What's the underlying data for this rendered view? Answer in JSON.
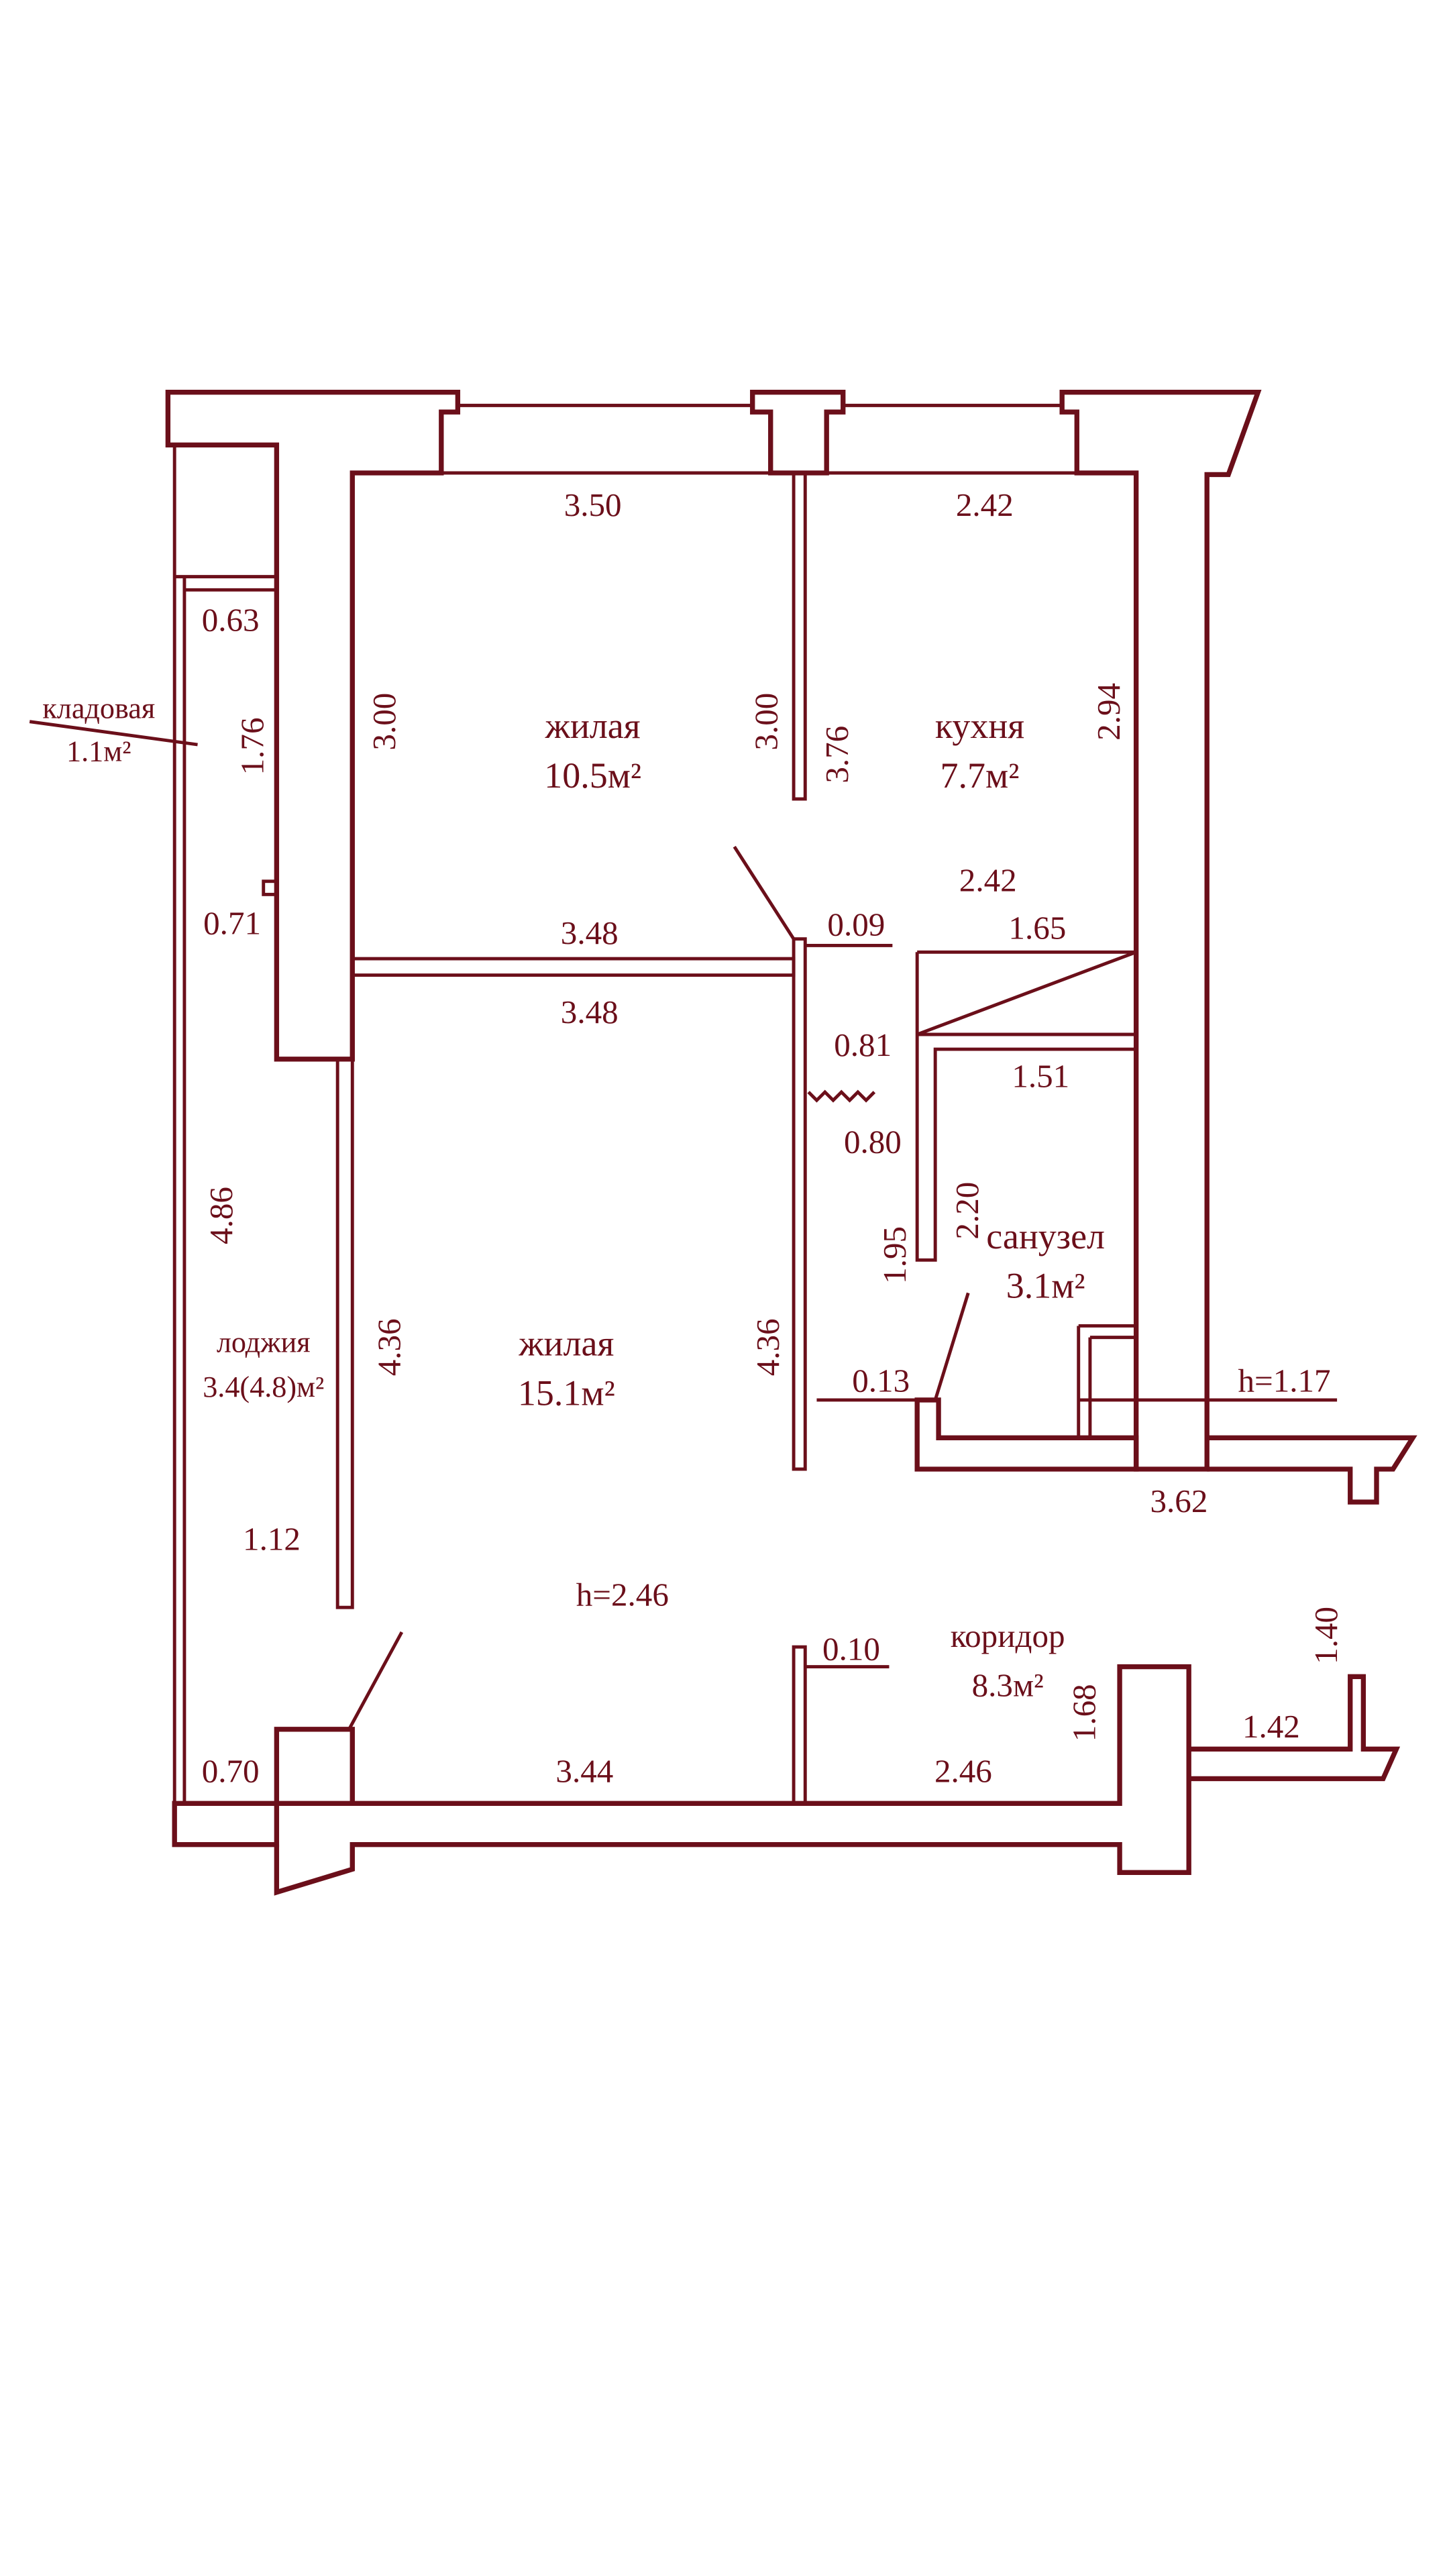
{
  "colors": {
    "wall": "#6b0f1a",
    "background": "#ffffff"
  },
  "rooms": {
    "living1": {
      "name": "жилая",
      "area": "10.5м²"
    },
    "kitchen": {
      "name": "кухня",
      "area": "7.7м²"
    },
    "living2": {
      "name": "жилая",
      "area": "15.1м²"
    },
    "bathroom": {
      "name": "санузел",
      "area": "3.1м²"
    },
    "corridor": {
      "name": "коридор",
      "area": "8.3м²"
    },
    "storage": {
      "name": "кладовая",
      "area": "1.1м²"
    },
    "loggia": {
      "name": "лоджия",
      "area": "3.4(4.8)м²"
    }
  },
  "heights": {
    "main": "h=2.46",
    "bath": "h=1.17"
  },
  "dims": {
    "d350": "3.50",
    "d242_top": "2.42",
    "d300_l": "3.00",
    "d300_m": "3.00",
    "d376": "3.76",
    "d294": "2.94",
    "d242_mid": "2.42",
    "d063": "0.63",
    "d176": "1.76",
    "d071": "0.71",
    "d348_top": "3.48",
    "d348_bot": "3.48",
    "d009": "0.09",
    "d165": "1.65",
    "d081": "0.81",
    "d151": "1.51",
    "d080": "0.80",
    "d220": "2.20",
    "d195": "1.95",
    "d486": "4.86",
    "d436_l": "4.36",
    "d436_r": "4.36",
    "d013": "0.13",
    "d362": "3.62",
    "d112": "1.12",
    "d010": "0.10",
    "d140": "1.40",
    "d168": "1.68",
    "d142": "1.42",
    "d070": "0.70",
    "d344": "3.44",
    "d246": "2.46"
  }
}
